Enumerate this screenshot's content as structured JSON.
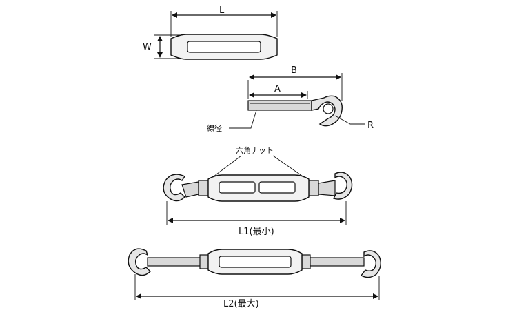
{
  "labels": {
    "L": "L",
    "W": "W",
    "B": "B",
    "A": "A",
    "R": "R",
    "wire_diameter": "線径",
    "hex_nut": "六角ナット",
    "L1": "L1(最小)",
    "L2": "L2(最大)"
  },
  "colors": {
    "line": "#111111",
    "body_fill": "#f2f2f2",
    "shade_fill": "#d9d9d9",
    "background": "#ffffff"
  }
}
